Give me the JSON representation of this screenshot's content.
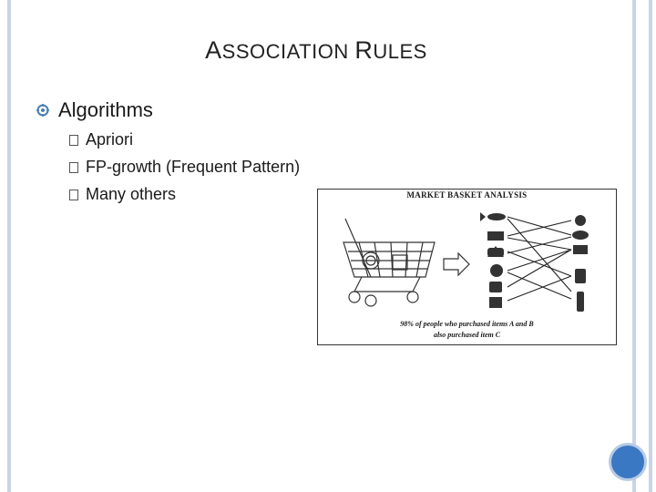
{
  "slide": {
    "title_first_cap": "A",
    "title_first_rest": "SSOCIATION",
    "title_second_cap": "R",
    "title_second_rest": "ULES"
  },
  "content": {
    "main_bullet": "Algorithms",
    "sub_items": [
      {
        "label": "Apriori"
      },
      {
        "label": "FP-growth (Frequent Pattern)"
      },
      {
        "label": "Many others"
      }
    ]
  },
  "figure": {
    "title": "MARKET BASKET ANALYSIS",
    "caption_line1": "98% of people who purchased items A and B",
    "caption_line2": "also purchased item C"
  },
  "colors": {
    "frame": "#c9d4e6",
    "nav_circle": "#3a78c4",
    "bullet": "#4a7fb5"
  },
  "icons": {
    "main_bullet": "gear-bullet-icon",
    "sub_bullet": "square-bullet-icon",
    "nav": "circle-nav-icon"
  }
}
